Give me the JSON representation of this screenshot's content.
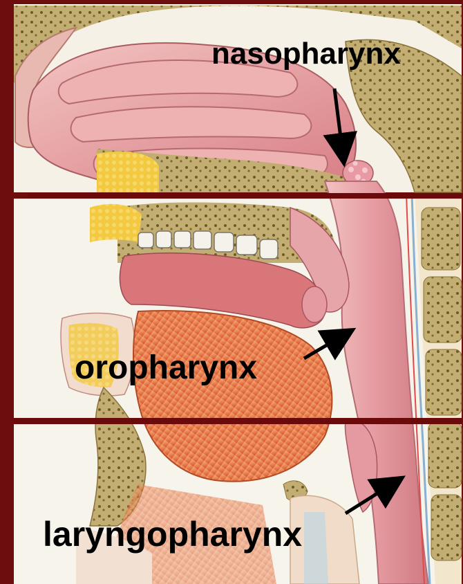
{
  "labels": {
    "nasopharynx": "nasopharynx",
    "oropharynx": "oropharynx",
    "laryngopharynx": "laryngopharynx"
  },
  "colors": {
    "frame": "#6e0d0d",
    "divider": "#6a0a0a",
    "background": "#f5f1e6",
    "mucosa": "#e0979a",
    "muscle": "#e66a3a",
    "bone": "#b9a46a",
    "fat": "#f0c33a",
    "text": "#000000"
  }
}
